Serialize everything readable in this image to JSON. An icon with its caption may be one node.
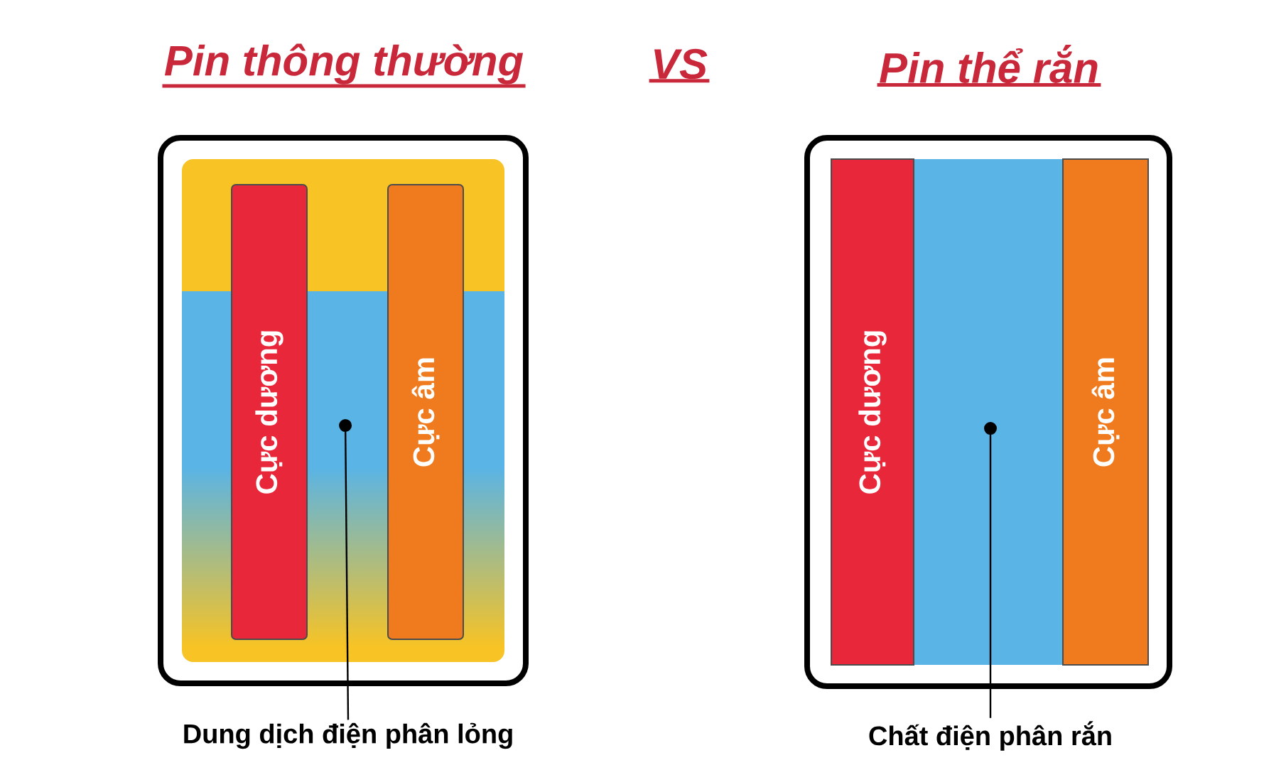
{
  "diagram": {
    "nodes": [
      {
        "text": [
          "Pin thông thường"
        ]
      },
      {
        "text": [
          "Cực dương"
        ],
        "in": 3
      },
      {
        "text": [
          "Cực âm"
        ],
        "in": 3
      },
      {
        "text": [],
        "shape": "box",
        "in": 0
      },
      {
        "text": [
          "Dung dịch điện phân lỏng"
        ]
      },
      {
        "text": [
          "Pin thể rắn"
        ]
      },
      {
        "text": [
          "Cực dương"
        ],
        "in": 5
      },
      {
        "text": [
          "Cực âm"
        ],
        "in": 5
      },
      {
        "text": [],
        "shape": "box",
        "in": 5
      },
      {
        "text": [
          "Chất điện phân rắn"
        ]
      }
    ],
    "edges": [
      {
        "from": 4,
        "to": 3,
        "arrow": "other"
      },
      {
        "from": 9,
        "to": 8,
        "arrow": "other"
      }
    ],
    "labels": [
      "VS"
    ]
  }
}
